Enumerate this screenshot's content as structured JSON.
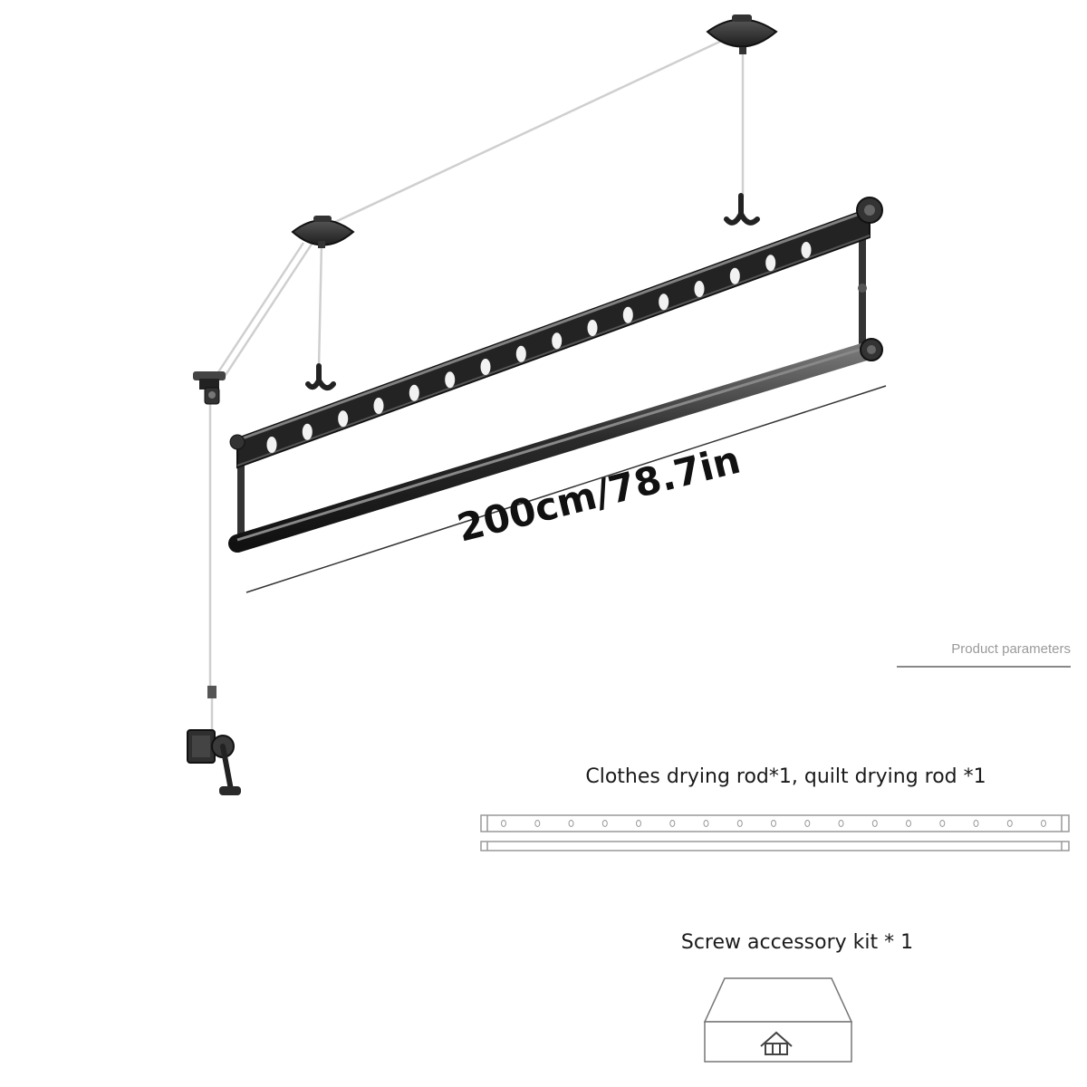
{
  "dimension": {
    "length_label": "200cm/78.7in"
  },
  "parameters": {
    "section_title": "Product parameters"
  },
  "package_contents": {
    "rods_label": "Clothes drying rod*1, quilt drying rod *1",
    "kit_label": "Screw accessory kit * 1"
  },
  "colors": {
    "rod_dark": "#2b2b2b",
    "rod_highlight": "#777777",
    "hole_fill": "#f2f2f2",
    "cable": "#cfcfcf",
    "outline_light": "#999999",
    "text_muted": "#9a9a9a"
  },
  "icons": [
    "ceiling-pulley-icon",
    "hook-icon",
    "hand-crank-icon",
    "house-logo-icon",
    "screw-kit-box-icon"
  ]
}
